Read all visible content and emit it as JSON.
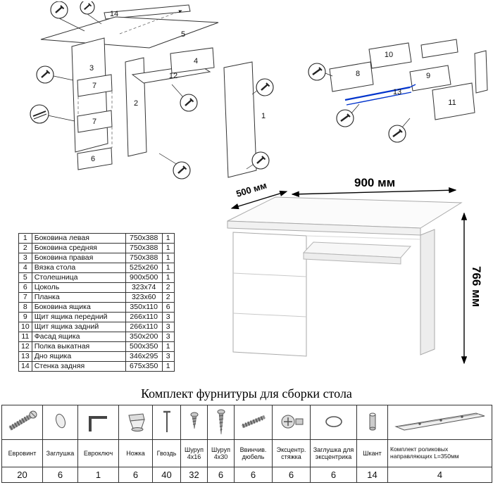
{
  "exploded": {
    "left_labels": [
      "14",
      "5",
      "3",
      "7",
      "12",
      "4",
      "2",
      "7",
      "6",
      "1"
    ],
    "right_labels": [
      "10",
      "8",
      "13",
      "9",
      "11"
    ]
  },
  "desk": {
    "width": "900 мм",
    "depth": "500 мм",
    "height": "766 мм"
  },
  "parts": {
    "rows": [
      {
        "num": "1",
        "name": "Боковина левая",
        "size": "750x388",
        "qty": "1"
      },
      {
        "num": "2",
        "name": "Боковина средняя",
        "size": "750x388",
        "qty": "1"
      },
      {
        "num": "3",
        "name": "Боковина правая",
        "size": "750x388",
        "qty": "1"
      },
      {
        "num": "4",
        "name": "Вязка стола",
        "size": "525x260",
        "qty": "1"
      },
      {
        "num": "5",
        "name": "Столешница",
        "size": "900x500",
        "qty": "1"
      },
      {
        "num": "6",
        "name": "Цоколь",
        "size": "323x74",
        "qty": "2"
      },
      {
        "num": "7",
        "name": "Планка",
        "size": "323x60",
        "qty": "2"
      },
      {
        "num": "8",
        "name": "Боковина ящика",
        "size": "350x110",
        "qty": "6"
      },
      {
        "num": "9",
        "name": "Щит ящика передний",
        "size": "266x110",
        "qty": "3"
      },
      {
        "num": "10",
        "name": "Щит ящика задний",
        "size": "266x110",
        "qty": "3"
      },
      {
        "num": "11",
        "name": "Фасад ящика",
        "size": "350x200",
        "qty": "3"
      },
      {
        "num": "12",
        "name": "Полка выкатная",
        "size": "500x350",
        "qty": "1"
      },
      {
        "num": "13",
        "name": "Дно ящика",
        "size": "346x295",
        "qty": "3"
      },
      {
        "num": "14",
        "name": "Стенка задняя",
        "size": "675x350",
        "qty": "1"
      }
    ]
  },
  "hardware": {
    "title": "Комплект фурнитуры для сборки стола",
    "items": [
      {
        "name": "Евровинт",
        "qty": "20",
        "icon": "euroscrew-icon"
      },
      {
        "name": "Заглушка",
        "qty": "6",
        "icon": "cap-icon"
      },
      {
        "name": "Евроключ",
        "qty": "1",
        "icon": "hexkey-icon"
      },
      {
        "name": "Ножка",
        "qty": "6",
        "icon": "leg-icon"
      },
      {
        "name": "Гвоздь",
        "qty": "40",
        "icon": "nail-icon"
      },
      {
        "name": "Шуруп 4x16",
        "qty": "32",
        "icon": "screw-4x16-icon"
      },
      {
        "name": "Шуруп 4x30",
        "qty": "6",
        "icon": "screw-4x30-icon"
      },
      {
        "name": "Ввинчив. дюбель",
        "qty": "6",
        "icon": "dowel-screw-icon"
      },
      {
        "name": "Эксцентр. стяжка",
        "qty": "6",
        "icon": "cam-lock-icon"
      },
      {
        "name": "Заглушка для эксцентрика",
        "qty": "6",
        "icon": "cam-cap-icon"
      },
      {
        "name": "Шкант",
        "qty": "14",
        "icon": "dowel-icon"
      },
      {
        "name": "Комплект роликовых направляющих L=350мм",
        "qty": "4",
        "icon": "drawer-slide-icon"
      }
    ]
  },
  "colors": {
    "slide_highlight_blue": "#0033cc"
  }
}
